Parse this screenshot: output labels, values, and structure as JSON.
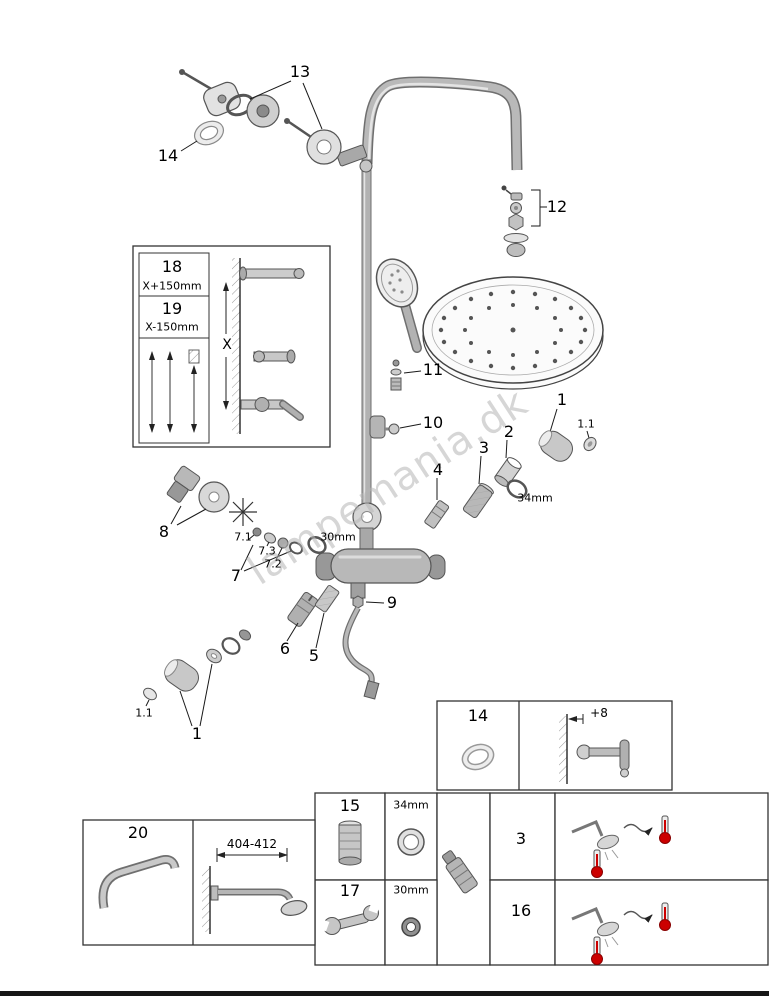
{
  "watermark": "lampemania.dk",
  "callouts": {
    "n1": "1",
    "n1_1": "1.1",
    "n2": "2",
    "n3": "3",
    "n4": "4",
    "n5": "5",
    "n6": "6",
    "n7": "7",
    "n7_1": "7.1",
    "n7_2": "7.2",
    "n7_3": "7.3",
    "n8": "8",
    "n9": "9",
    "n10": "10",
    "n11": "11",
    "n12": "12",
    "n13": "13",
    "n14": "14",
    "n15": "15",
    "n16": "16",
    "n17": "17",
    "n18": "18",
    "n19": "19",
    "n20": "20"
  },
  "dimensions": {
    "x_plus": "X+150mm",
    "x_minus": "X-150mm",
    "x": "X",
    "d34": "34mm",
    "d30": "30mm",
    "arm_range": "404-412",
    "plus8": "+8"
  }
}
